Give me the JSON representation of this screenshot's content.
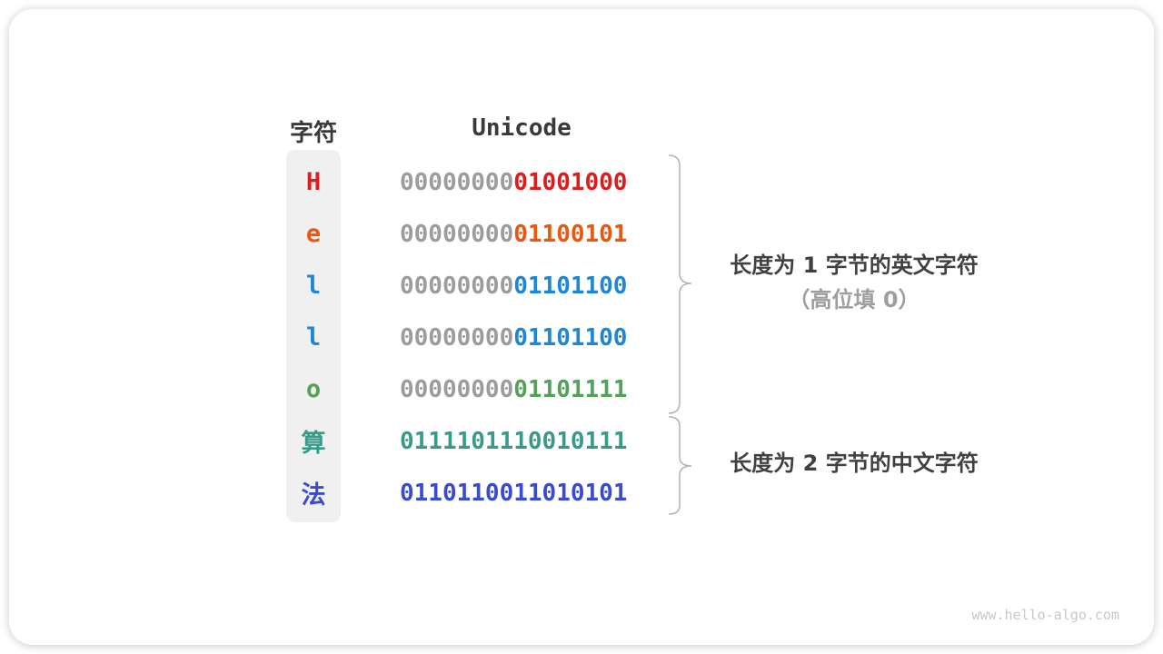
{
  "page": {
    "watermark": "www.hello-algo.com"
  },
  "table": {
    "headers": {
      "char": "字符",
      "unicode": "Unicode"
    },
    "rows": [
      {
        "char": "H",
        "color": "#dd1d1d",
        "prefix": "00000000",
        "bytes": [
          "01001000"
        ]
      },
      {
        "char": "e",
        "color": "#ed560e",
        "prefix": "00000000",
        "bytes": [
          "01100101"
        ]
      },
      {
        "char": "l",
        "color": "#1e87d5",
        "prefix": "00000000",
        "bytes": [
          "01101100"
        ]
      },
      {
        "char": "l",
        "color": "#1e87d5",
        "prefix": "00000000",
        "bytes": [
          "01101100"
        ]
      },
      {
        "char": "o",
        "color": "#55a05a",
        "prefix": "00000000",
        "bytes": [
          "01101111"
        ]
      },
      {
        "char": "算",
        "color": "#399a8a",
        "prefix": null,
        "bytes": [
          "01111011",
          "10010111"
        ]
      },
      {
        "char": "法",
        "color": "#3a4bd0",
        "prefix": null,
        "bytes": [
          "01101100",
          "11010101"
        ]
      }
    ]
  },
  "annotations": [
    {
      "line1": "长度为 1 字节的英文字符",
      "line2": "（高位填 0）"
    },
    {
      "line1": "长度为 2 字节的中文字符"
    }
  ],
  "colors": {
    "prefix_gray": "#9c9c9c",
    "header_text": "#393939",
    "annotation_primary": "#404040",
    "annotation_secondary": "#9e9e9e",
    "brace": "#b5b5b5",
    "char_column_bg": "#f0f0f0",
    "watermark": "#c8c8c8"
  }
}
